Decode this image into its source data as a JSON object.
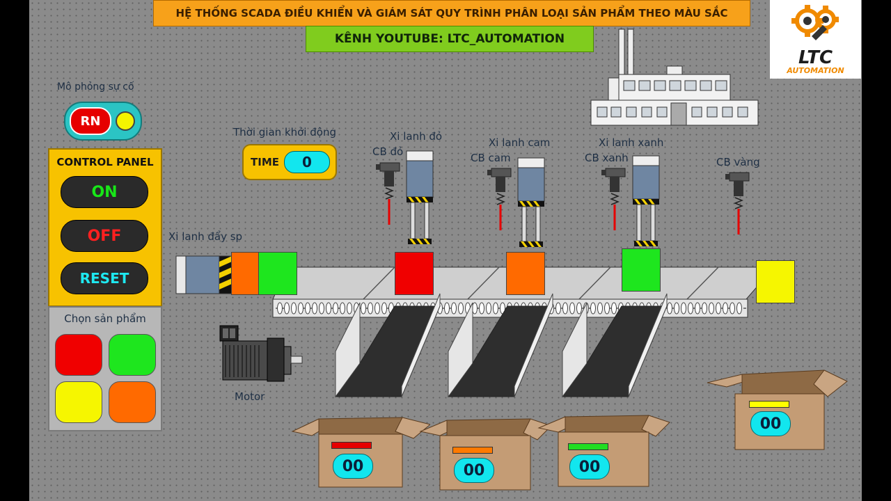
{
  "title": "HỆ THỐNG SCADA ĐIỀU KHIỂN VÀ GIÁM SÁT QUY TRÌNH PHÂN LOẠI SẢN PHẨM THEO MÀU SẮC",
  "channel": "KÊNH YOUTUBE: LTC_AUTOMATION",
  "logo": {
    "name": "LTC",
    "sub": "AUTOMATION"
  },
  "simulation": {
    "label": "Mô phỏng sự cố",
    "button": "RN",
    "lamp_color": "#f4f400"
  },
  "timer": {
    "label": "Thời gian khởi động",
    "tag": "TIME",
    "value": "0"
  },
  "control_panel": {
    "title": "CONTROL PANEL",
    "on": "ON",
    "off": "OFF",
    "reset": "RESET"
  },
  "product_select": {
    "title": "Chọn sản phẩm",
    "colors": [
      "#f00000",
      "#1ee61e",
      "#f6f600",
      "#ff6a00"
    ]
  },
  "labels": {
    "push_cylinder": "Xi lanh đẩy sp",
    "cyl_red": "Xi lanh đỏ",
    "cyl_orange": "Xi lanh cam",
    "cyl_green": "Xi lanh xanh",
    "cb_red": "CB đỏ",
    "cb_orange": "CB cam",
    "cb_green": "CB xanh",
    "cb_yellow": "CB vàng",
    "motor": "Motor"
  },
  "boxes": [
    {
      "counter": "00",
      "strip_color": "#e60000"
    },
    {
      "counter": "00",
      "strip_color": "#ff7a00"
    },
    {
      "counter": "00",
      "strip_color": "#22dd22"
    },
    {
      "counter": "00",
      "strip_color": "#ffff00"
    }
  ],
  "colors": {
    "red": "#f00000",
    "orange": "#ff6a00",
    "green": "#1ee61e",
    "yellow": "#f6f600",
    "accent": "#f7a11a"
  }
}
